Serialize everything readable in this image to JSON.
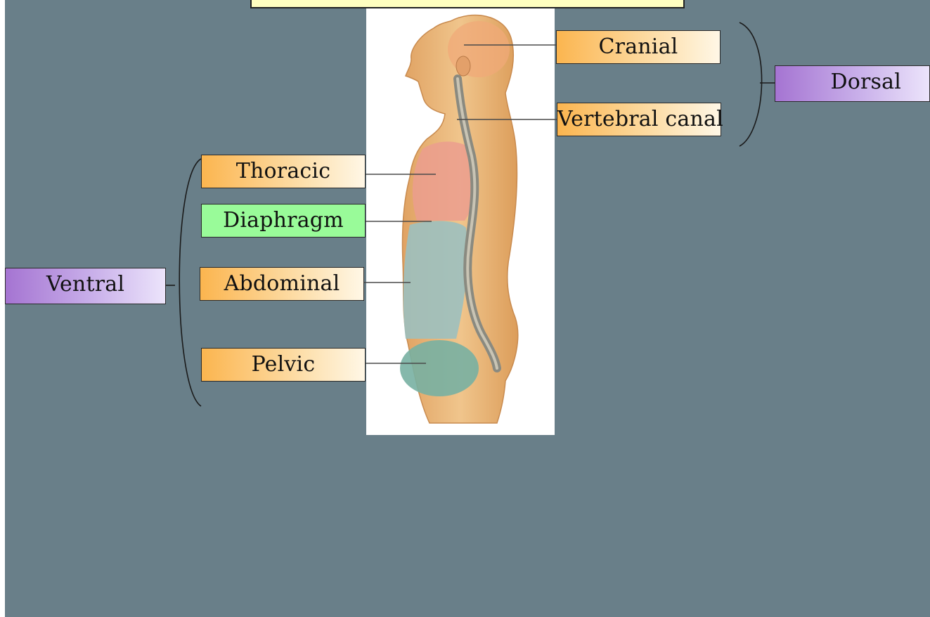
{
  "labels": {
    "cranial": "Cranial",
    "vertebral_canal": "Vertebral canal",
    "dorsal": "Dorsal",
    "thoracic": "Thoracic",
    "diaphragm": "Diaphragm",
    "abdominal": "Abdominal",
    "pelvic": "Pelvic",
    "ventral": "Ventral"
  },
  "title": "",
  "colors": {
    "background": "#697f89",
    "cavity_label": "#fbb54f",
    "diaphragm_label": "#99fb99",
    "group_label": "#a574d2",
    "title_box": "#ffffc0"
  }
}
